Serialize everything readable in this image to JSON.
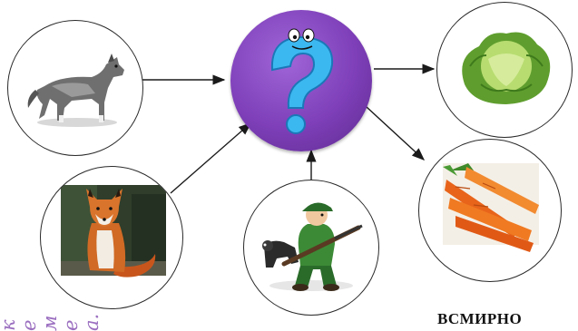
{
  "diagram": {
    "nodes": [
      {
        "id": "wolf",
        "picture": "wolf"
      },
      {
        "id": "fox",
        "picture": "fox"
      },
      {
        "id": "hunter",
        "picture": "hunter-with-dog"
      },
      {
        "id": "question",
        "picture": "question-mark"
      },
      {
        "id": "cabbage",
        "picture": "cabbage"
      },
      {
        "id": "carrots",
        "picture": "carrots"
      }
    ],
    "edges": [
      {
        "from": "wolf",
        "to": "question"
      },
      {
        "from": "fox",
        "to": "question"
      },
      {
        "from": "hunter",
        "to": "question"
      },
      {
        "from": "question",
        "to": "cabbage"
      },
      {
        "from": "question",
        "to": "carrots"
      }
    ]
  },
  "side_text": {
    "lines": [
      "к",
      "е",
      "м",
      "е",
      "а."
    ]
  },
  "footer": {
    "text": "ВСМИРНО"
  },
  "colors": {
    "center_fill": "#7e3fb8",
    "question_mark": "#3cb8f0",
    "side_text": "#9b6fc0",
    "edge": "#1a1a1a"
  }
}
